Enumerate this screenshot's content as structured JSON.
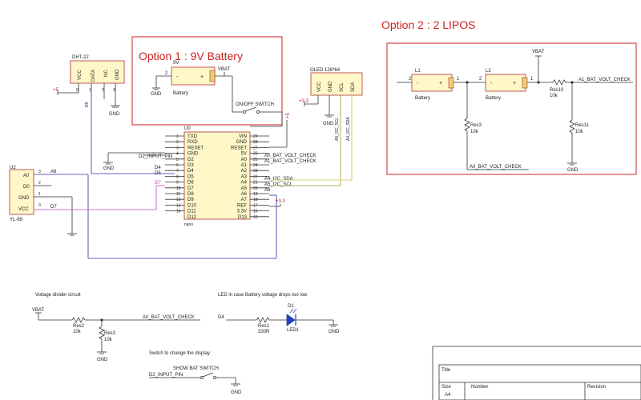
{
  "colors": {
    "frame_red": "#cc2222",
    "wire_blue": "#2c2ca8",
    "wire_pink": "#c040c0",
    "wire_olive": "#9a9a30",
    "wire_yellow": "#c8c03a",
    "part_fill": "#fff7c8",
    "part_stroke": "#b03030",
    "text_dark": "#222222",
    "text_red": "#b02020",
    "led_blue": "#2040c0"
  },
  "titles": {
    "option1": "Option 1 : 9V Battery",
    "option2": "Option 2 : 2 LIPOS"
  },
  "option1": {
    "part_ref": "9V",
    "part_name": "Battery",
    "pin_num": "2",
    "minus": "-",
    "plus": "+",
    "vbat": "VBAT",
    "gnd": "GND",
    "switch_label": "ON/OFF SWITCH"
  },
  "option2": {
    "l1": "L1",
    "l2": "L2",
    "battery": "Battery",
    "pin2": "2",
    "pin1": "1",
    "minus": "-",
    "plus": "+",
    "vbat": "VBAT",
    "res10": "Res10",
    "res10_val": "10k",
    "res11": "Res11",
    "res11_val": "10k",
    "res3": "Res3",
    "res3_val": "10k",
    "net_a1": "A1_BAT_VOLT_CHECK",
    "net_a0": "A0_BAT_VOLT_CHECK",
    "gnd": "GND"
  },
  "dht": {
    "name": "DHT-22",
    "pins": [
      "VCC",
      "DATA",
      "NC",
      "GND"
    ],
    "pin_nums": [
      "0",
      "1",
      "2",
      "3"
    ],
    "vcc_tag": "+5",
    "gnd": "GND",
    "data_tag": "D5"
  },
  "oled": {
    "name": "OLED 128*64",
    "pins": [
      "VCC",
      "GND",
      "SCL",
      "SDA"
    ],
    "tag_3v3": "+3.3",
    "gnd": "GND",
    "scl_net": "A5_I2C_SCL",
    "sda_net": "A4_I2C_SDA"
  },
  "u0": {
    "ref": "U0",
    "name": "nano",
    "left_pins": [
      "TXD",
      "RXD",
      "RESET",
      "GND",
      "D2",
      "D3",
      "D4",
      "D5",
      "D6",
      "D7",
      "D8",
      "D9",
      "D10",
      "D11",
      "D12"
    ],
    "left_nums": [
      "1",
      "2",
      "3",
      "4",
      "5",
      "6",
      "7",
      "8",
      "9",
      "10",
      "11",
      "12",
      "13",
      "14"
    ],
    "right_pins": [
      "VIN",
      "GND",
      "RESET",
      "5V",
      "A0",
      "A1",
      "A2",
      "A3",
      "A4",
      "A5",
      "A6",
      "A7",
      "REF",
      "3.3V",
      "D13"
    ],
    "right_nums": [
      "29",
      "28",
      "27",
      "26",
      "25",
      "24",
      "23",
      "22",
      "21",
      "20",
      "19",
      "18",
      "17",
      "16",
      "15"
    ],
    "net_d2": "D2_INPUT_PIN",
    "net_d4": "D4",
    "net_d5": "D5",
    "net_d7": "D7",
    "gnd": "GND",
    "net_a0": "A0_BAT_VOLT_CHECK",
    "net_a1": "A1_BAT_VOLT_CHECK",
    "net_a4": "A4_I2C_SDA",
    "net_a5": "A5_I2C_SCL",
    "net_a6": "A6",
    "tag_3v3": "+3.3",
    "tag_5": "+5"
  },
  "u2": {
    "ref": "U2",
    "name": "YL-69",
    "pins": [
      "A0",
      "D0",
      "GND",
      "VCC"
    ],
    "pin_nums": [
      "3",
      "2",
      "1",
      "0"
    ],
    "net_a6": "A6",
    "net_d7": "D7"
  },
  "divider": {
    "title": "Voltage divider circuit",
    "vbat": "VBAT",
    "res2": "Res2",
    "res2_val": "10k",
    "res3": "Res3",
    "res3_val": "10k",
    "net": "A0_BAT_VOLT_CHECK",
    "gnd": "GND"
  },
  "led": {
    "title": "LED in case Battery voltage drops too low",
    "net": "D4",
    "res": "Res1",
    "res_val": "330R",
    "d_ref": "D1",
    "d_name": "LED1",
    "gnd": "GND"
  },
  "switch": {
    "title": "Switch to change the display",
    "name": "SHOW BAT SWITCH",
    "net": "D2_INPUT_PIN",
    "gnd": "GND"
  },
  "title_block": {
    "title_label": "Title",
    "size_label": "Size",
    "size_value": "A4",
    "number_label": "Number",
    "revision_label": "Revision"
  }
}
